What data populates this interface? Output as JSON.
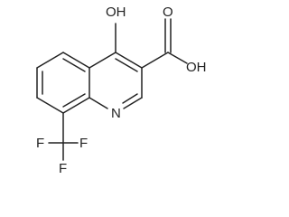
{
  "molecule": {
    "atoms": {
      "hydroxyl": "OH",
      "acid_hydroxyl": "OH",
      "carbonyl_oxygen": "O",
      "ring_nitrogen": "N",
      "fluorine_top": "F",
      "fluorine_left": "F",
      "fluorine_right": "F"
    },
    "colors": {
      "ink": "#222222",
      "background": "#ffffff"
    }
  }
}
